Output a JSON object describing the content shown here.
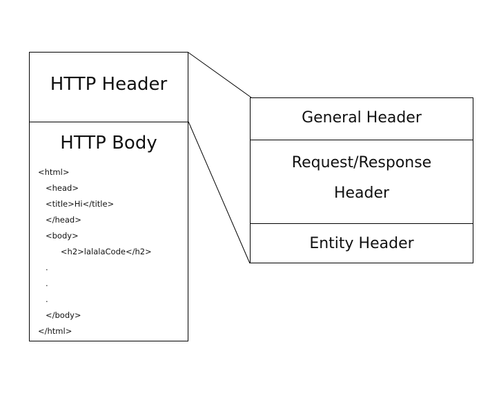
{
  "message": {
    "header_label": "HTTP Header",
    "body_label": "HTTP Body",
    "body_code": [
      "<html>",
      "   <head>",
      "   <title>Hi</title>",
      "   </head>",
      "   <body>",
      "         <h2>lalalaCode</h2>",
      "   .",
      "   .",
      "   .",
      "   </body>",
      "</html>"
    ]
  },
  "header_detail": {
    "general": "General Header",
    "request_response_line1": "Request/Response",
    "request_response_line2": "Header",
    "entity": "Entity Header"
  }
}
